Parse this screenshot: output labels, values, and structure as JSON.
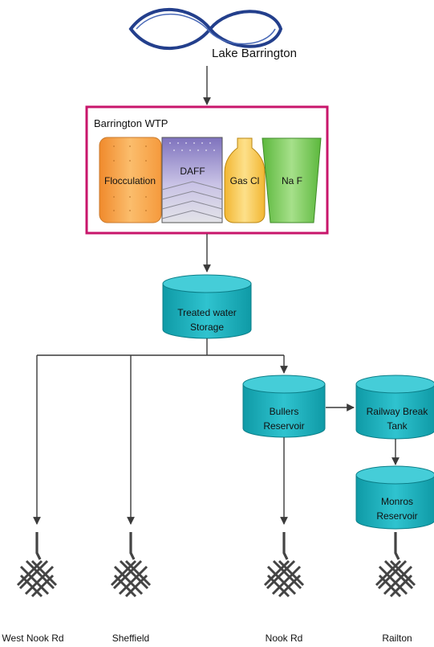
{
  "source": {
    "label": "Lake Barrington",
    "icon": "lake-icon"
  },
  "plant": {
    "label": "Barrington WTP",
    "border_color": "#c8166b",
    "processes": [
      {
        "label": "Flocculation",
        "color": "#f7a54a"
      },
      {
        "label": "DAFF",
        "color": "#8e84c6"
      },
      {
        "label": "Gas Cl",
        "color": "#f6c64a"
      },
      {
        "label": "Na F",
        "color": "#7fcf5e"
      }
    ]
  },
  "storage": {
    "label_line1": "Treated water",
    "label_line2": "Storage"
  },
  "reservoirs": [
    {
      "label_line1": "Bullers",
      "label_line2": "Reservoir"
    },
    {
      "label_line1": "Railway Break",
      "label_line2": "Tank"
    },
    {
      "label_line1": "Monros",
      "label_line2": "Reservoir"
    }
  ],
  "tank_color": "#1fb1bd",
  "towns": [
    "West Nook Rd",
    "Sheffield",
    "Nook Rd",
    "Railton"
  ],
  "network_icon": "distribution-network-icon"
}
